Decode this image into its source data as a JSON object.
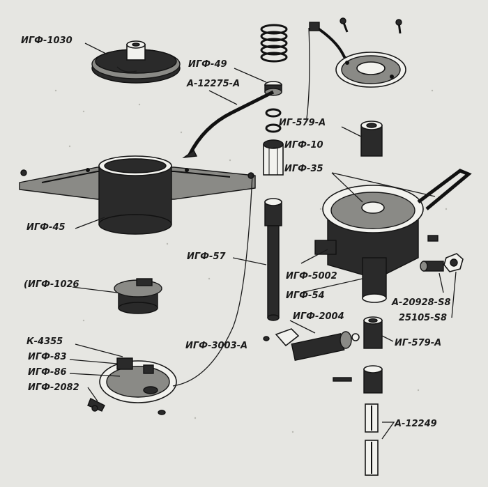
{
  "colors": {
    "paper": "#e6e6e2",
    "ink": "#1b1b1b"
  },
  "labels": {
    "igf1030": "ИГФ-1030",
    "igf49": "ИГФ-49",
    "a12275a": "А-12275-А",
    "ig579a_top": "ИГ-579-А",
    "igf10": "ИГФ-10",
    "igf35": "ИГФ-35",
    "igf45": "ИГФ-45",
    "igf57": "ИГФ-57",
    "igf5002": "ИГФ-5002",
    "igf54": "ИГФ-54",
    "igf1026": "(ИГФ-1026",
    "a20928s8": "А-20928-S8",
    "n25105s8": "25105-S8",
    "igf2004": "ИГФ-2004",
    "ig579a_bottom": "ИГ-579-А",
    "k4355": "К-4355",
    "igf3003a": "ИГФ-3003-А",
    "igf83": "ИГФ-83",
    "igf86": "ИГФ-86",
    "igf2082": "ИГФ-2082",
    "a12249": "А-12249"
  }
}
